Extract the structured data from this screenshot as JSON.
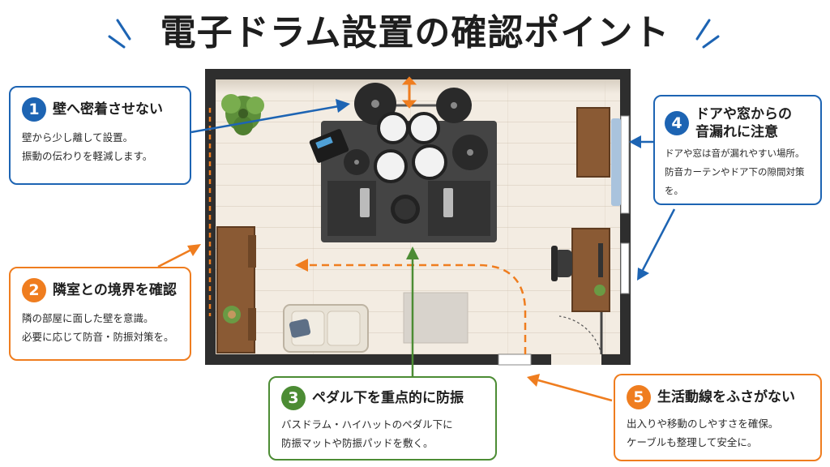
{
  "title": "電子ドラム設置の確認ポイント",
  "points": [
    {
      "number": "1",
      "title": "壁へ密着させない",
      "lines": [
        "壁から少し離して設置。",
        "振動の伝わりを軽減します。"
      ],
      "color": "#1d64b3"
    },
    {
      "number": "2",
      "title": "隣室との境界を確認",
      "lines": [
        "隣の部屋に面した壁を意識。",
        "必要に応じて防音・防振対策を。"
      ],
      "color": "#ef7d1f"
    },
    {
      "number": "3",
      "title": "ペダル下を重点的に防振",
      "lines": [
        "バスドラム・ハイハットのペダル下に",
        "防振マットや防振パッドを敷く。"
      ],
      "color": "#4c8c34"
    },
    {
      "number": "4",
      "title_lines": [
        "ドアや窓からの",
        "音漏れに注意"
      ],
      "lines": [
        "ドアや窓は音が漏れやすい場所。",
        "防音カーテンやドア下の隙間対策を。"
      ],
      "color": "#1d64b3"
    },
    {
      "number": "5",
      "title": "生活動線をふさがない",
      "lines": [
        "出入りや移動のしやすさを確保。",
        "ケーブルも整理して安全に。"
      ],
      "color": "#ef7d1f"
    }
  ]
}
